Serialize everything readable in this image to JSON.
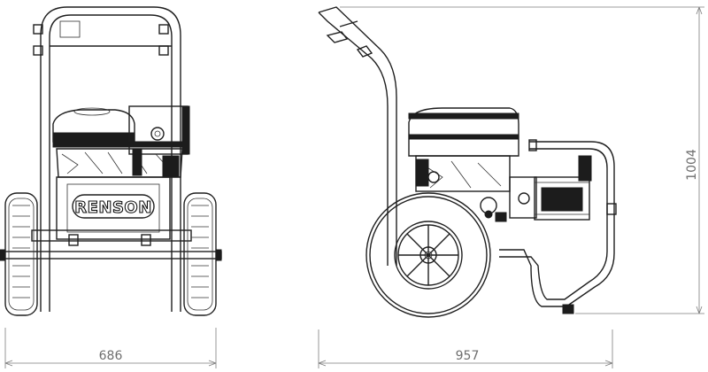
{
  "brand": {
    "logo_text": "RENSON"
  },
  "dimensions": {
    "front_width": {
      "value": "686"
    },
    "side_length": {
      "value": "957"
    },
    "height": {
      "value": "1004"
    }
  }
}
